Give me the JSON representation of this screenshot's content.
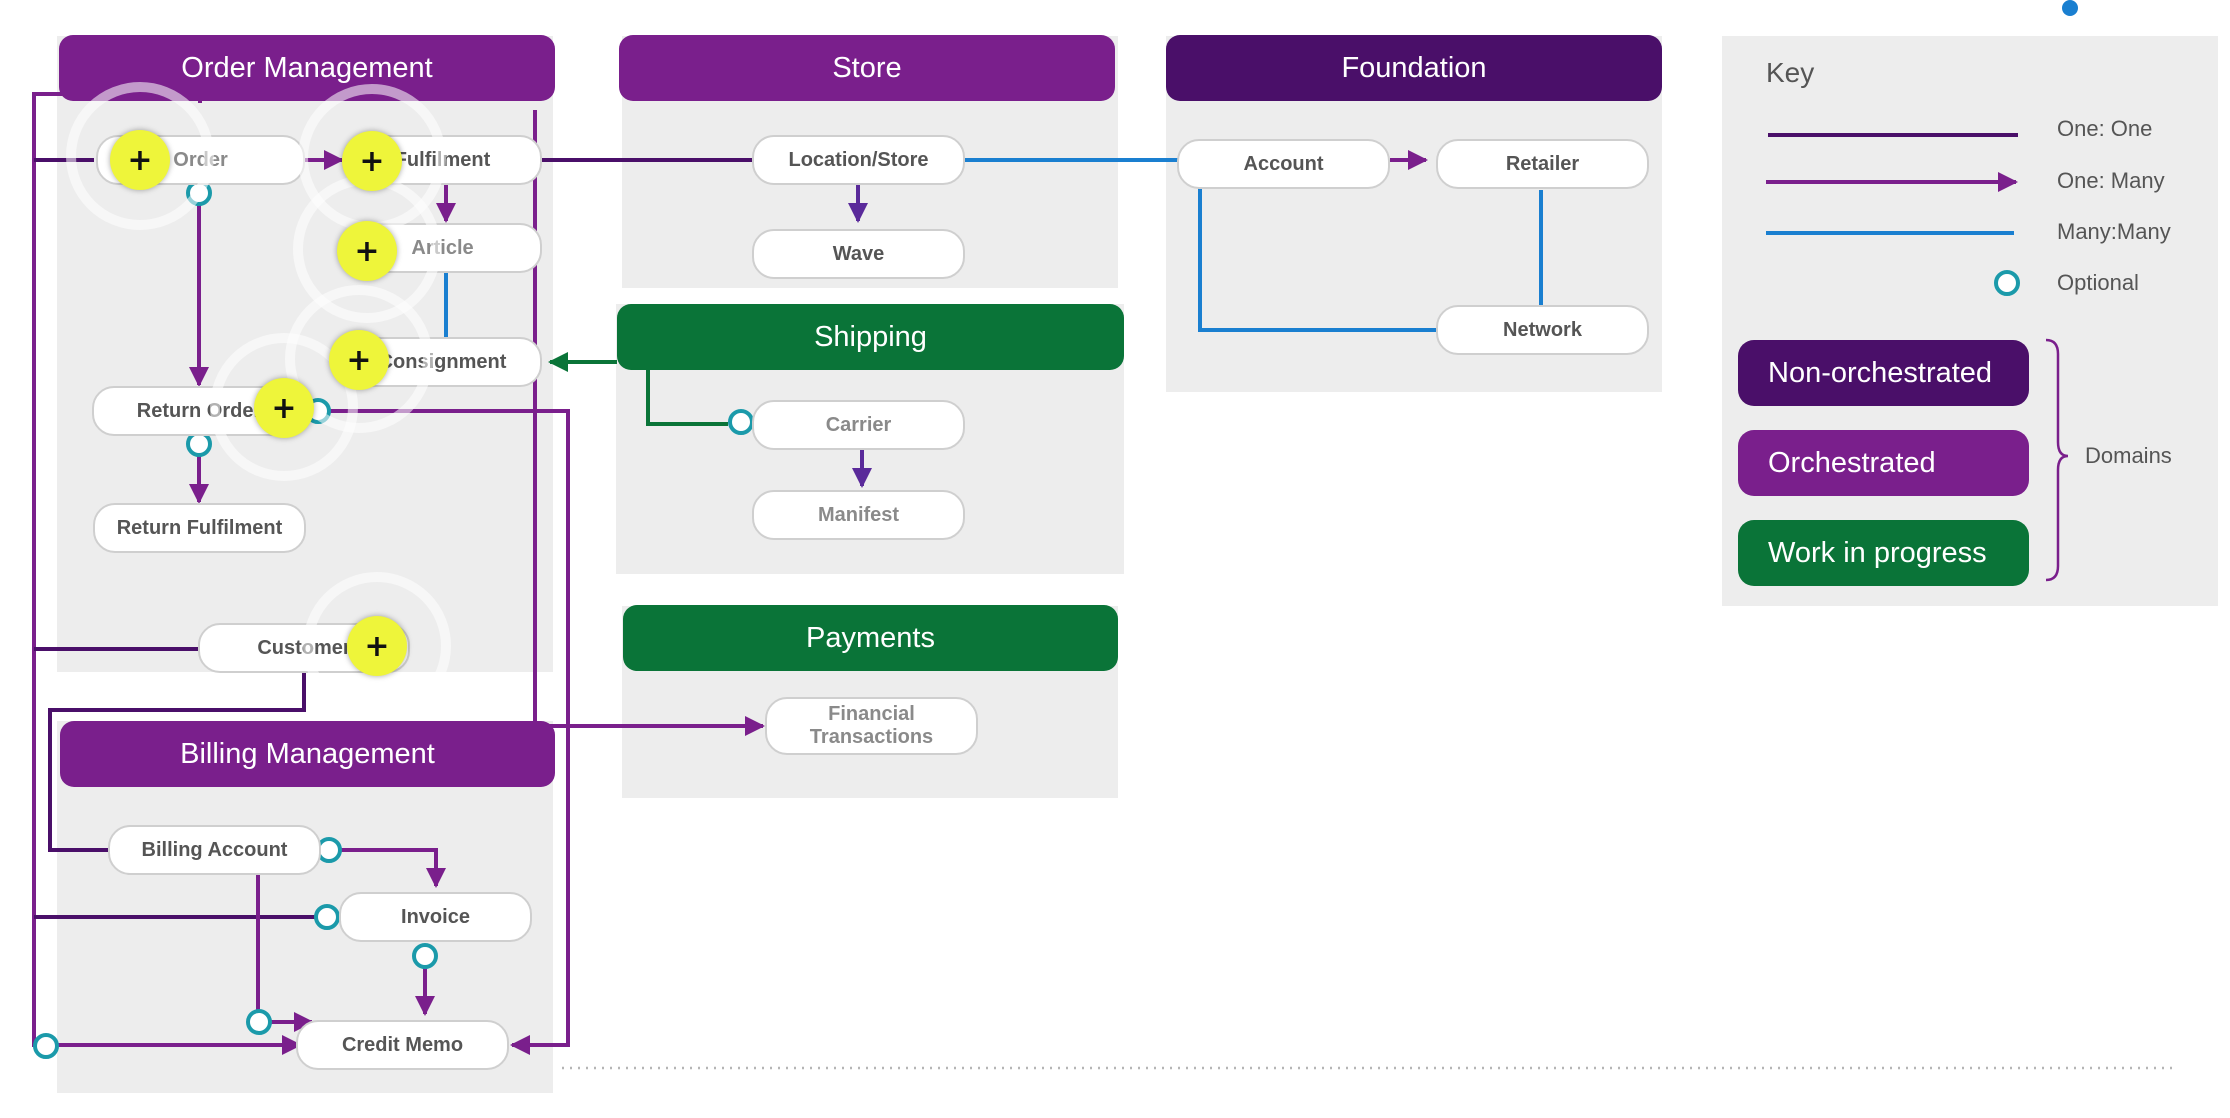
{
  "colors": {
    "orchestrated": "#7a1f8c",
    "non_orchestrated": "#4a0f69",
    "work_in_progress": "#0a7438",
    "many_many": "#1a7fd0",
    "optional": "#1b9aaa",
    "hotspot": "#eef53a",
    "panel": "#ededed"
  },
  "domains": {
    "order_management": "Order Management",
    "store": "Store",
    "foundation": "Foundation",
    "shipping": "Shipping",
    "payments": "Payments",
    "billing_management": "Billing Management"
  },
  "entities": {
    "order": "Order",
    "fulfilment": "Fulfilment",
    "article": "Article",
    "consignment": "Consignment",
    "return_order": "Return Order",
    "return_fulfilment": "Return Fulfilment",
    "customer": "Customer",
    "location_store": "Location/Store",
    "wave": "Wave",
    "account": "Account",
    "retailer": "Retailer",
    "network": "Network",
    "carrier": "Carrier",
    "manifest": "Manifest",
    "financial_transactions": "Financial\nTransactions",
    "billing_account": "Billing Account",
    "invoice": "Invoice",
    "credit_memo": "Credit Memo"
  },
  "hotspots": {
    "symbol": "+",
    "count": 6
  },
  "key": {
    "title": "Key",
    "one_one": "One: One",
    "one_many": "One: Many",
    "many_many": "Many:Many",
    "optional": "Optional",
    "non_orchestrated": "Non-orchestrated",
    "orchestrated": "Orchestrated",
    "work_in_progress": "Work in progress",
    "domains": "Domains"
  }
}
